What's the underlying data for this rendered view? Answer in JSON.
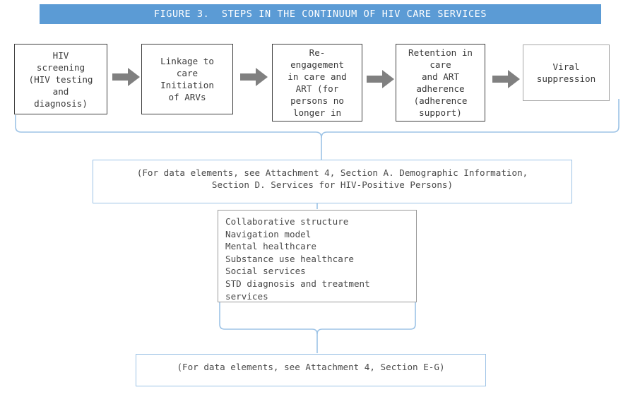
{
  "figure": {
    "title": "FIGURE 3.  STEPS IN THE CONTINUUM OF HIV CARE SERVICES",
    "banner_color": "#5b9bd5",
    "banner_text_color": "#ffffff",
    "brace_color": "#9dc3e6",
    "arrow_color": "#808080",
    "box_border_color": "#3f3f3f"
  },
  "steps": [
    {
      "id": "hiv-screening",
      "label": "HIV\nscreening\n(HIV testing\nand\ndiagnosis)"
    },
    {
      "id": "linkage-to-care",
      "label": "Linkage to\ncare\nInitiation\nof ARVs"
    },
    {
      "id": "re-engagement",
      "label": "Re-\nengagement\nin care and\nART (for\npersons no\nlonger in"
    },
    {
      "id": "retention-in-care",
      "label": "Retention in\ncare\nand ART\nadherence\n(adherence\nsupport)"
    },
    {
      "id": "viral-suppression",
      "label": "Viral\nsuppression"
    }
  ],
  "notes": {
    "upper": "(For data elements, see Attachment 4, Section A. Demographic Information,\nSection D. Services for HIV-Positive Persons)",
    "lower": "(For data elements, see Attachment 4, Section E-G)"
  },
  "services": {
    "items": [
      "Collaborative structure",
      "Navigation model",
      "Mental healthcare",
      "Substance use healthcare",
      "Social services",
      "STD diagnosis and treatment",
      "services"
    ]
  }
}
